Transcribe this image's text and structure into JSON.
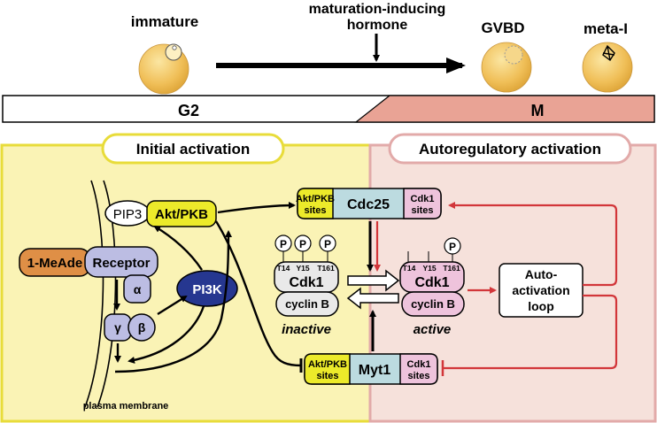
{
  "timeline": {
    "immature": "immature",
    "hormone_line1": "maturation-inducing",
    "hormone_line2": "hormone",
    "gvbd": "GVBD",
    "meta": "meta-I",
    "g2": "G2",
    "m": "M"
  },
  "panels": {
    "left_title": "Initial activation",
    "right_title": "Autoregulatory activation"
  },
  "membrane": {
    "pip3": "PIP3",
    "akt": "Akt/PKB",
    "ligand": "1-MeAde",
    "receptor": "Receptor",
    "alpha": "α",
    "gamma": "γ",
    "beta": "β",
    "pi3k": "PI3K",
    "label": "plasma membrane"
  },
  "cdc25": {
    "akt_sites_1": "Akt/PKB",
    "akt_sites_2": "sites",
    "name": "Cdc25",
    "cdk1_sites_1": "Cdk1",
    "cdk1_sites_2": "sites"
  },
  "myt1": {
    "akt_sites_1": "Akt/PKB",
    "akt_sites_2": "sites",
    "name": "Myt1",
    "cdk1_sites_1": "Cdk1",
    "cdk1_sites_2": "sites"
  },
  "cdk_inactive": {
    "p": "P",
    "t14": "T14",
    "y15": "Y15",
    "t161": "T161",
    "cdk1": "Cdk1",
    "cyclin": "cyclin B",
    "state": "inactive"
  },
  "cdk_active": {
    "p": "P",
    "t14": "T14",
    "y15": "Y15",
    "t161": "T161",
    "cdk1": "Cdk1",
    "cyclin": "cyclin B",
    "state": "active"
  },
  "loop": {
    "line1": "Auto-",
    "line2": "activation",
    "line3": "loop"
  },
  "colors": {
    "yellow_panel": "#faf3b5",
    "pink_panel": "#f6e1db",
    "yellow_label": "#ecea2a",
    "salmon": "#e9a395",
    "pink_label": "#eec3dc",
    "blue_label": "#bcdbe0",
    "lavender": "#bcbde3",
    "orange": "#df8f46",
    "navy": "#263790",
    "red": "#d2363a",
    "egg": "#f1c363"
  }
}
